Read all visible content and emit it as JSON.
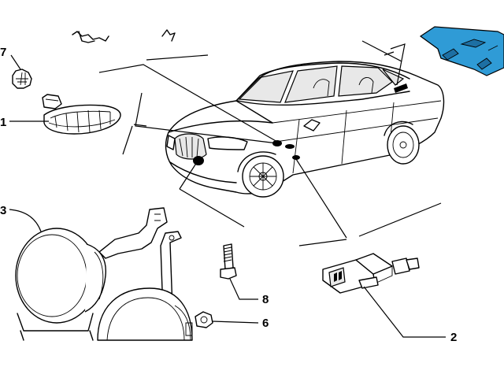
{
  "callouts": {
    "c7": "7",
    "c1": "1",
    "c3": "3",
    "c8": "8",
    "c6": "6",
    "c2": "2"
  },
  "colors": {
    "highlight": "#2f9bd6",
    "highlight_dark": "#1d6fa3",
    "ink": "#000000",
    "paper": "#ffffff"
  }
}
